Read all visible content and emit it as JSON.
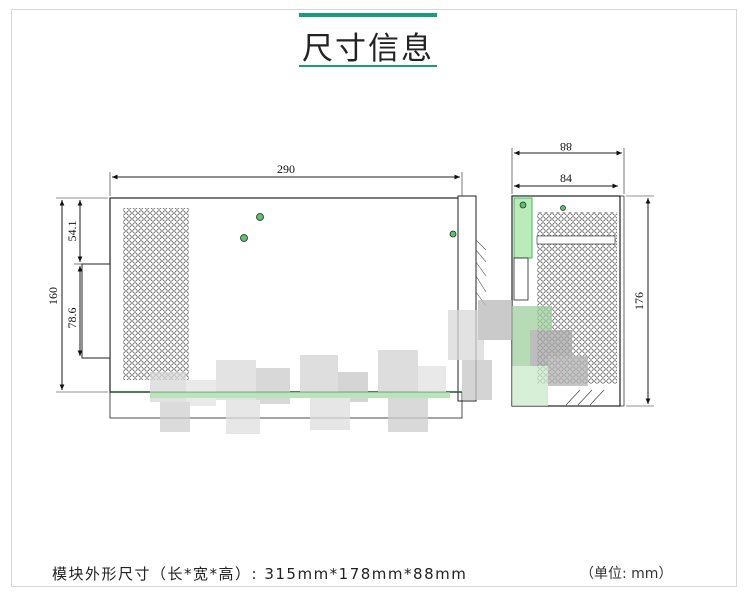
{
  "title": "尺寸信息",
  "dimensions": {
    "front_length": "290",
    "front_height": "160",
    "upper_offset": "54.1",
    "lower_offset": "78.6",
    "side_outer_width": "88",
    "side_inner_width": "84",
    "side_height": "176"
  },
  "caption": "模块外形尺寸（长*宽*高）: 315mm*178mm*88mm",
  "unit": "（单位: mm）",
  "colors": {
    "accent": "#1a9b7a",
    "line": "#222222",
    "highlight": "#7cd67c"
  }
}
